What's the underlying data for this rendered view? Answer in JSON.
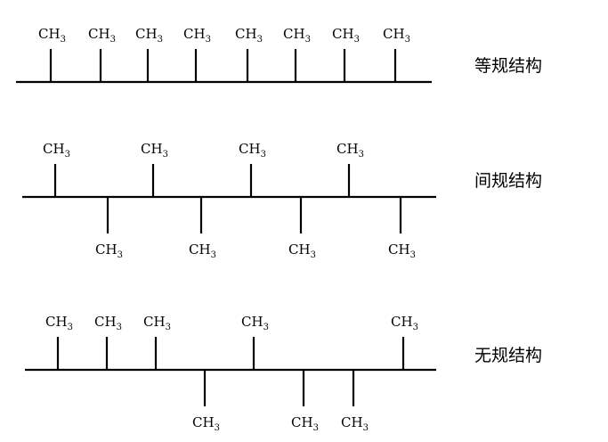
{
  "group_label": "CH",
  "group_subscript": "3",
  "rows": [
    {
      "title": "等规结构",
      "substituents": [
        "up",
        "up",
        "up",
        "up",
        "up",
        "up",
        "up",
        "up"
      ]
    },
    {
      "title": "间规结构",
      "substituents": [
        "up",
        "down",
        "up",
        "down",
        "up",
        "down",
        "up",
        "down"
      ]
    },
    {
      "title": "无规结构",
      "substituents": [
        "up",
        "up",
        "up",
        "down",
        "up",
        "down",
        "down",
        "up"
      ]
    }
  ]
}
